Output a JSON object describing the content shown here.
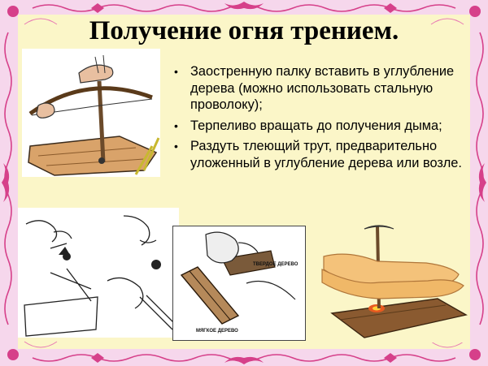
{
  "slide": {
    "title": "Получение огня трением.",
    "bullets": [
      "Заостренную палку вставить в углубление дерева (можно использовать стальную проволоку);",
      "Терпеливо вращать до получения дыма;",
      "Раздуть тлеющий трут, предварительно уложенный в углубление дерева или возле."
    ]
  },
  "illustrations": {
    "plough_labels": {
      "hard_wood": "ТВЕРДОЕ ДЕРЕВО",
      "soft_wood": "МЯГКОЕ ДЕРЕВО"
    }
  },
  "colors": {
    "background": "#f6d7ec",
    "panel": "#fbf6c8",
    "ornament": "#d6408a"
  }
}
